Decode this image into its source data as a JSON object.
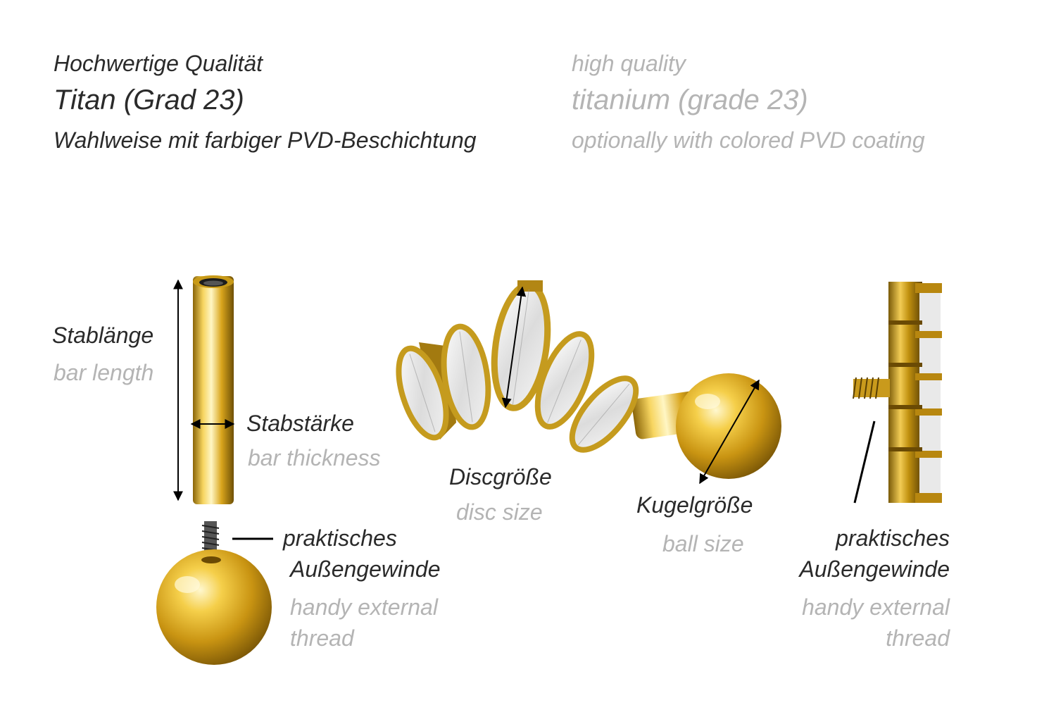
{
  "header": {
    "de": {
      "line1": "Hochwertige Qualität",
      "line2": "Titan (Grad 23)",
      "line3": "Wahlweise mit farbiger PVD-Beschichtung"
    },
    "en": {
      "line1": "high quality",
      "line2": "titanium (grade 23)",
      "line3": "optionally with colored PVD coating"
    }
  },
  "labels": {
    "bar_length": {
      "de": "Stablänge",
      "en": "bar length"
    },
    "bar_thickness": {
      "de": "Stabstärke",
      "en": "bar thickness"
    },
    "disc_size": {
      "de": "Discgröße",
      "en": "disc size"
    },
    "ball_size": {
      "de": "Kugelgröße",
      "en": "ball size"
    },
    "thread_left": {
      "de_line1": "praktisches",
      "de_line2": "Außengewinde",
      "en_line1": "handy external",
      "en_line2": "thread"
    },
    "thread_right": {
      "de_line1": "praktisches",
      "de_line2": "Außengewinde",
      "en_line1": "handy external",
      "en_line2": "thread"
    }
  },
  "colors": {
    "german_text": "#2a2a2a",
    "english_text": "#b4b4b4",
    "gold_light": "#fff3b0",
    "gold_mid": "#e6b82a",
    "gold_dark": "#7a5a08"
  },
  "icons": [
    "double-arrow-icon",
    "pointer-line-icon"
  ]
}
